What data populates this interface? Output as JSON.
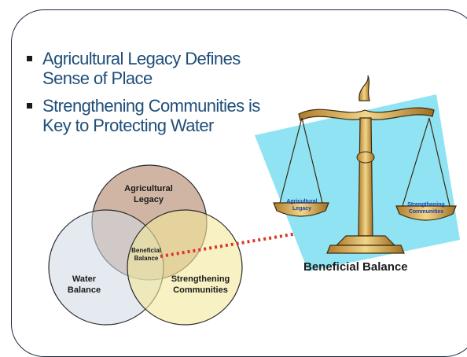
{
  "bullets": [
    {
      "lines": [
        "Agricultural Legacy Defines",
        "Sense of Place"
      ]
    },
    {
      "lines": [
        "Strengthening Communities is",
        "Key to Protecting Water"
      ]
    }
  ],
  "venn": {
    "top": [
      "Agricultural",
      "Legacy"
    ],
    "left": [
      "Water",
      "Balance"
    ],
    "right": [
      "Strengthening",
      "Communities"
    ],
    "center": [
      "Beneficial",
      "Balance"
    ]
  },
  "scale": {
    "left_pan": [
      "Agricultural",
      "Legacy"
    ],
    "right_pan": [
      "Strengthening",
      "Communities"
    ],
    "title": "Beneficial Balance"
  },
  "colors": {
    "bullet_text": "#1f4e79",
    "circle_top": "#c9a894",
    "circle_left": "#cfd9e6",
    "circle_right": "#f1e79b",
    "scale_gold": "#e2b85a",
    "backdrop": "#8fe3f2",
    "arrow": "#d9352b"
  }
}
